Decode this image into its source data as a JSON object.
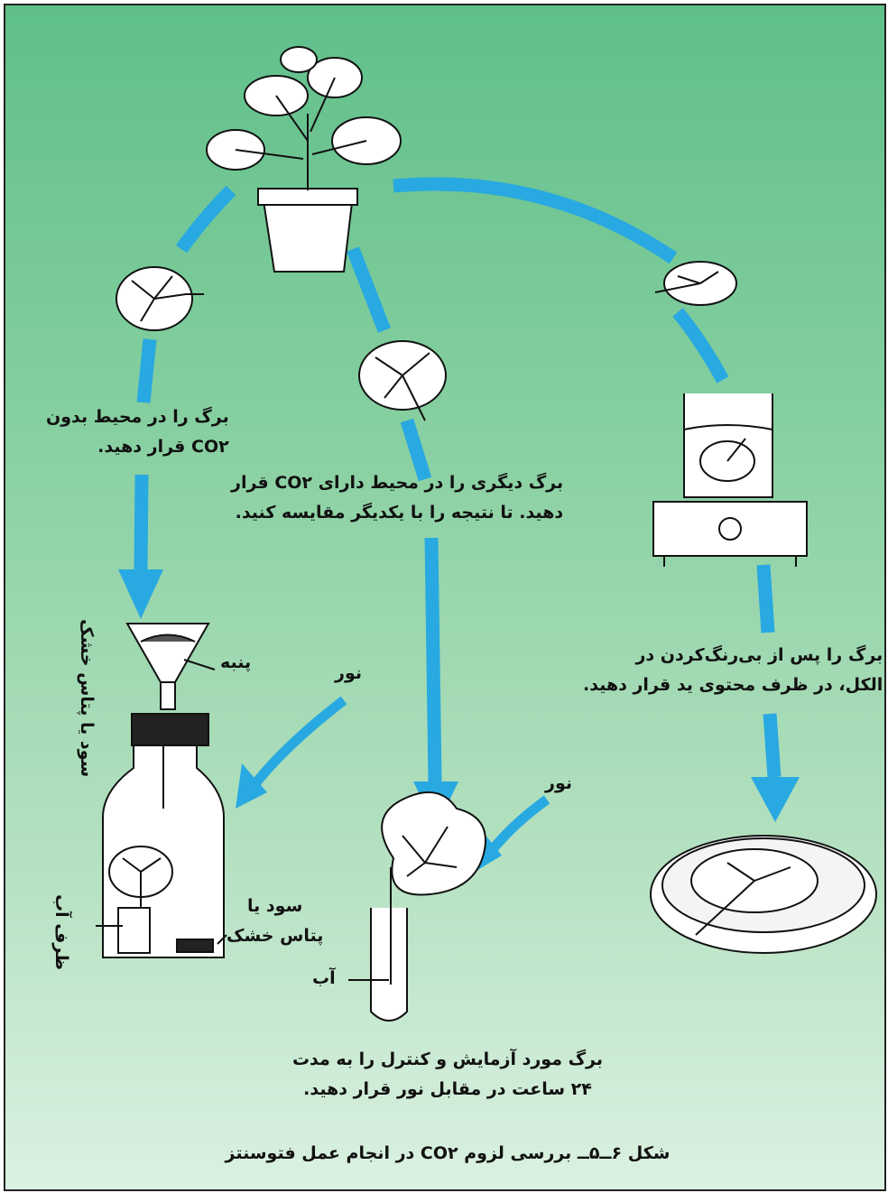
{
  "figure": {
    "step_left": [
      "برگ را در محیط بدون",
      "CO۲ قرار دهید."
    ],
    "step_middle": [
      "برگ دیگری را در محیط دارای CO۲ قرار",
      "دهید. تا نتیجه را با یکدیگر مقایسه کنید."
    ],
    "step_right": [
      "برگ را پس از بی‌رنگ‌کردن در",
      "الکل، در ظرف محتوی ید قرار دهید."
    ],
    "label_soda_dry": "سود یا پتاس خشک",
    "label_cotton": "پنبه",
    "label_light_left": "نور",
    "label_light_middle": "نور",
    "label_water_container": "ظرف آب",
    "label_soda_bottom": [
      "سود یا",
      "پتاس خشک"
    ],
    "label_water": "آب",
    "step_bottom": [
      "برگ مورد آزمایش و کنترل را به مدت",
      "۲۴ ساعت در مقابل نور قرار دهید."
    ],
    "caption": "شکل ۶ــ۵ــ بررسی لزوم CO۲ در انجام عمل فتوسنتز"
  },
  "colors": {
    "arrow": "#29a9e1",
    "background_top": "#5fbf8a",
    "background_bottom": "#dbf1e1",
    "ink": "#111111"
  }
}
